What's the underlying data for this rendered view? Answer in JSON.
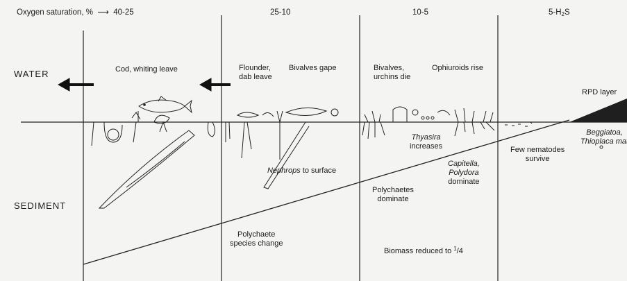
{
  "header": {
    "oxygen_label": "Oxygen saturation, %",
    "zones": [
      "40-25",
      "25-10",
      "10-5",
      "5-H",
      "S",
      "2"
    ]
  },
  "labels": {
    "water": "WATER",
    "sediment": "SEDIMENT"
  },
  "annotations": {
    "cod": "Cod, whiting leave",
    "flounder_1": "Flounder,",
    "flounder_2": "dab leave",
    "bivalves_gape": "Bivalves gape",
    "bivalves_die_1": "Bivalves,",
    "bivalves_die_2": "urchins die",
    "ophiuroids": "Ophiuroids rise",
    "rpd": "RPD layer",
    "thyasira_1": "Thyasira",
    "thyasira_2": "increases",
    "nephrops_1": "Nephrops",
    "nephrops_2": " to surface",
    "capitella_1": "Capitella,",
    "capitella_2": "Polydora",
    "capitella_3": "dominate",
    "polychaetes_1": "Polychaetes",
    "polychaetes_2": "dominate",
    "nematodes_1": "Few nematodes",
    "nematodes_2": "survive",
    "beggiatoa_1": "Beggiatoa,",
    "beggiatoa_2": "Thioplaca mat",
    "species_change_1": "Polychaete",
    "species_change_2": "species change",
    "biomass": "Biomass reduced to",
    "biomass_frac": "1",
    "biomass_den": "/4"
  },
  "colors": {
    "ink": "#1a1a1a",
    "paper": "#f4f4f2"
  }
}
